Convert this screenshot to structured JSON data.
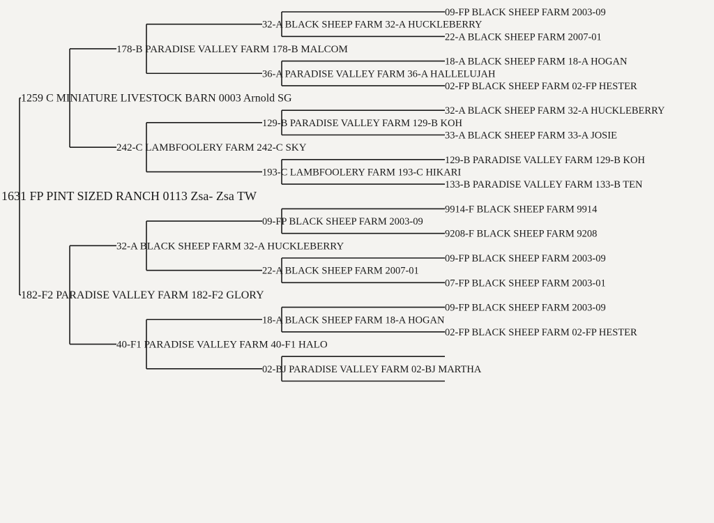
{
  "pedigree": {
    "label": "1631 FP PINT SIZED RANCH 0113 Zsa- Zsa TW",
    "sire": {
      "label": "1259 C MINIATURE LIVESTOCK BARN 0003 Arnold SG",
      "sire": {
        "label": "178-B PARADISE VALLEY FARM 178-B MALCOM",
        "sire": {
          "label": "32-A BLACK SHEEP FARM 32-A HUCKLEBERRY",
          "sire": {
            "label": "09-FP BLACK SHEEP FARM 2003-09"
          },
          "dam": {
            "label": "22-A BLACK SHEEP FARM 2007-01"
          }
        },
        "dam": {
          "label": "36-A PARADISE VALLEY FARM 36-A HALLELUJAH",
          "sire": {
            "label": "18-A BLACK SHEEP FARM 18-A HOGAN"
          },
          "dam": {
            "label": "02-FP BLACK SHEEP FARM 02-FP HESTER"
          }
        }
      },
      "dam": {
        "label": "242-C LAMBFOOLERY FARM 242-C SKY",
        "sire": {
          "label": "129-B PARADISE VALLEY FARM 129-B KOH",
          "sire": {
            "label": "32-A BLACK SHEEP FARM 32-A HUCKLEBERRY"
          },
          "dam": {
            "label": "33-A BLACK SHEEP FARM 33-A JOSIE"
          }
        },
        "dam": {
          "label": "193-C LAMBFOOLERY FARM 193-C HIKARI",
          "sire": {
            "label": "129-B PARADISE VALLEY FARM 129-B KOH"
          },
          "dam": {
            "label": "133-B PARADISE VALLEY FARM 133-B TEN"
          }
        }
      }
    },
    "dam": {
      "label": "182-F2 PARADISE VALLEY FARM 182-F2 GLORY",
      "sire": {
        "label": "32-A BLACK SHEEP FARM 32-A HUCKLEBERRY",
        "sire": {
          "label": "09-FP BLACK SHEEP FARM 2003-09",
          "sire": {
            "label": "9914-F BLACK SHEEP FARM 9914"
          },
          "dam": {
            "label": "9208-F BLACK SHEEP FARM 9208"
          }
        },
        "dam": {
          "label": "22-A BLACK SHEEP FARM 2007-01",
          "sire": {
            "label": "09-FP BLACK SHEEP FARM 2003-09"
          },
          "dam": {
            "label": "07-FP BLACK SHEEP FARM 2003-01"
          }
        }
      },
      "dam": {
        "label": "40-F1 PARADISE VALLEY FARM 40-F1 HALO",
        "sire": {
          "label": "18-A BLACK SHEEP FARM 18-A HOGAN",
          "sire": {
            "label": "09-FP BLACK SHEEP FARM 2003-09"
          },
          "dam": {
            "label": "02-FP BLACK SHEEP FARM 02-FP HESTER"
          }
        },
        "dam": {
          "label": "02-BJ PARADISE VALLEY FARM 02-BJ MARTHA",
          "sire": {
            "label": ""
          },
          "dam": {
            "label": ""
          }
        }
      }
    }
  }
}
